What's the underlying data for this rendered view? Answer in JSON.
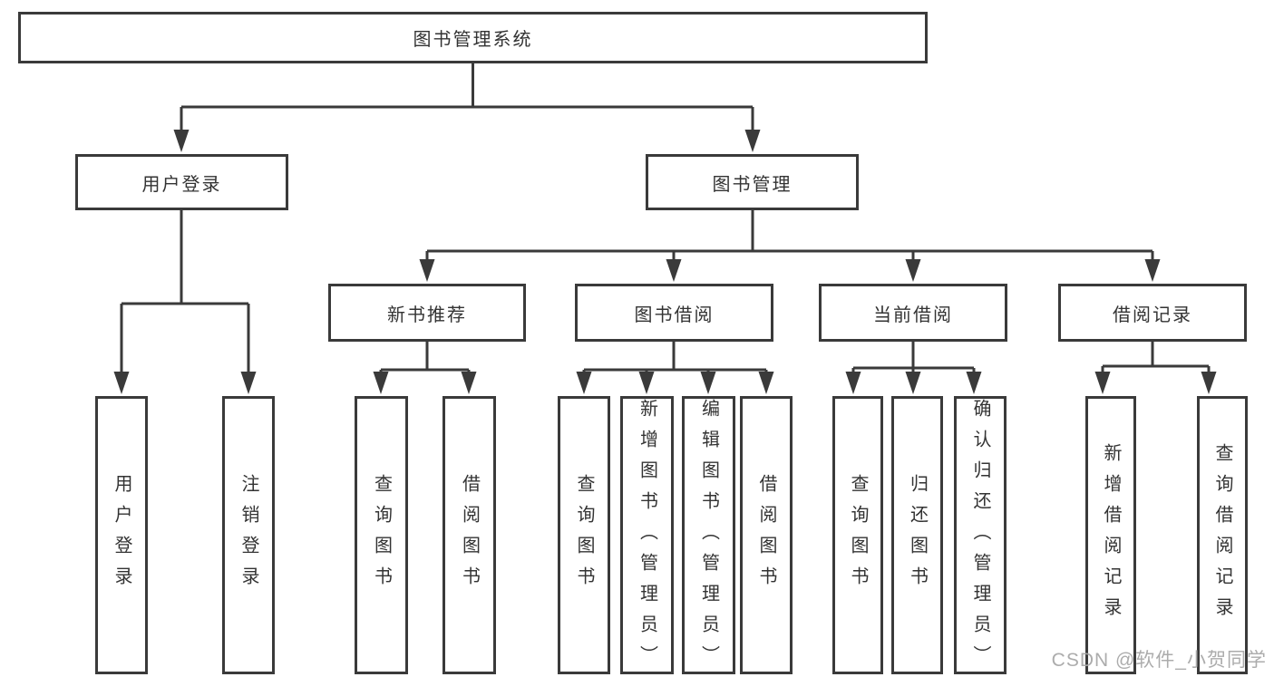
{
  "tree": {
    "label": "图书管理系统",
    "children": [
      {
        "label": "用户登录",
        "children": [
          {
            "label": "用户登录"
          },
          {
            "label": "注销登录"
          }
        ]
      },
      {
        "label": "图书管理",
        "children": [
          {
            "label": "新书推荐",
            "children": [
              {
                "label": "查询图书"
              },
              {
                "label": "借阅图书"
              }
            ]
          },
          {
            "label": "图书借阅",
            "children": [
              {
                "label": "查询图书"
              },
              {
                "label": "新增图书（管理员）"
              },
              {
                "label": "编辑图书（管理员）"
              },
              {
                "label": "借阅图书"
              }
            ]
          },
          {
            "label": "当前借阅",
            "children": [
              {
                "label": "查询图书"
              },
              {
                "label": "归还图书"
              },
              {
                "label": "确认归还（管理员）"
              }
            ]
          },
          {
            "label": "借阅记录",
            "children": [
              {
                "label": "新增借阅记录"
              },
              {
                "label": "查询借阅记录"
              }
            ]
          }
        ]
      }
    ]
  },
  "watermark": {
    "text": "CSDN @软件_小贺同学"
  },
  "colors": {
    "line": "#3a3a3a",
    "text": "#333333",
    "background": "#ffffff",
    "watermark": "#a8a8a8"
  }
}
